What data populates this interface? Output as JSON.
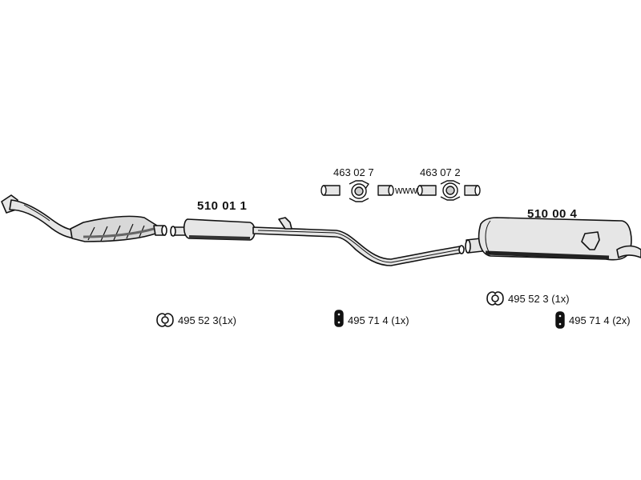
{
  "parts": {
    "front_silencer": "510 01 1",
    "rear_silencer": "510 00 4"
  },
  "clamps": {
    "clamp_a": "463 02 7",
    "clamp_b": "463 07 2",
    "separator": "www."
  },
  "accessories": {
    "gasket_left": "495 52 3(1x)",
    "mount_center": "495 71 4 (1x)",
    "gasket_right": "495 52 3 (1x)",
    "mount_right": "495 71 4 (2x)"
  },
  "colors": {
    "line": "#111111",
    "fill": "#e6e6e6",
    "shade": "#9a9a9a",
    "dark": "#333333"
  }
}
